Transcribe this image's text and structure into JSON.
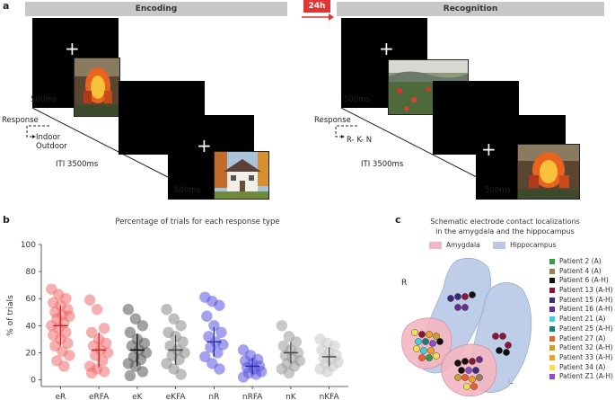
{
  "panel_a": {
    "letter": "a",
    "encoding_title": "Encoding",
    "recognition_title": "Recognition",
    "delay_badge": "24h",
    "encoding": {
      "t500_1": "500ms",
      "response": "Response",
      "choice1": "Indoor",
      "choice2": "Outdoor",
      "iti": "ITI 3500ms",
      "t500_2": "500ms"
    },
    "recognition": {
      "t500_1": "500ms",
      "response": "Response",
      "choice": "R- K- N",
      "iti": "ITI 3500ms",
      "t500_2": "500ms"
    },
    "fixation": "+"
  },
  "panel_b": {
    "letter": "b",
    "title": "Percentage of trials for each response type",
    "ylabel": "% of trials"
  },
  "panel_c": {
    "letter": "c",
    "title_line1": "Schematic electrode contact localizations",
    "title_line2": "in the amygdala and the hippocampus",
    "legend_amygdala": "Amygdala",
    "legend_hippocampus": "Hippocampus",
    "side_right": "R",
    "side_left": "L",
    "amygdala_color": "#f4b6c2",
    "hippocampus_color": "#b9c9e6",
    "patients": [
      {
        "label": "Patient 2 (A)",
        "color": "#2e9d3e"
      },
      {
        "label": "Patient 4 (A)",
        "color": "#9c7a5a"
      },
      {
        "label": "Patient 6 (A-H)",
        "color": "#111111"
      },
      {
        "label": "Patient 13 (A-H)",
        "color": "#8b1538"
      },
      {
        "label": "Patient 15 (A-H)",
        "color": "#3b2a7a"
      },
      {
        "label": "Patient 16 (A-H)",
        "color": "#6a2c8f"
      },
      {
        "label": "Patient 21 (A)",
        "color": "#3fd0e0"
      },
      {
        "label": "Patient 25 (A-H)",
        "color": "#1a7d7a"
      },
      {
        "label": "Patient 27 (A)",
        "color": "#e8602c"
      },
      {
        "label": "Patient 32 (A-H)",
        "color": "#c9a227"
      },
      {
        "label": "Patient 33 (A-H)",
        "color": "#f0a020"
      },
      {
        "label": "Patient 34 (A)",
        "color": "#f5e04a"
      },
      {
        "label": "Patient Z1 (A-H)",
        "color": "#8a4fd0"
      }
    ]
  },
  "chart_data": {
    "type": "scatter",
    "title": "Percentage of trials for each response type",
    "xlabel": "",
    "ylabel": "% of trials",
    "ylim": [
      -5,
      100
    ],
    "yticks": [
      0,
      20,
      40,
      60,
      80,
      100
    ],
    "grid": false,
    "categories": [
      "eR",
      "eRFA",
      "eK",
      "eKFA",
      "nR",
      "nRFA",
      "nK",
      "nKFA"
    ],
    "colors": [
      "#f06b6b",
      "#f06b6b",
      "#555555",
      "#888888",
      "#5a55e0",
      "#5a55e0",
      "#9a9a9a",
      "#c8c8c8"
    ],
    "means": [
      40,
      22,
      22,
      22,
      28,
      10,
      20,
      17
    ],
    "sds": [
      15,
      13,
      12,
      11,
      11,
      6,
      8,
      7
    ],
    "values": [
      [
        67,
        63,
        60,
        57,
        55,
        52,
        50,
        48,
        47,
        45,
        42,
        40,
        38,
        35,
        33,
        30,
        27,
        25,
        21,
        18,
        14,
        10
      ],
      [
        59,
        52,
        38,
        35,
        30,
        27,
        25,
        22,
        20,
        18,
        14,
        10,
        8,
        6,
        5
      ],
      [
        52,
        45,
        40,
        35,
        30,
        27,
        25,
        22,
        20,
        17,
        15,
        12,
        10,
        6,
        3
      ],
      [
        52,
        45,
        40,
        35,
        32,
        28,
        25,
        22,
        20,
        18,
        15,
        12,
        8,
        4
      ],
      [
        61,
        58,
        55,
        47,
        40,
        35,
        32,
        28,
        26,
        24,
        20,
        17,
        12,
        8
      ],
      [
        22,
        18,
        15,
        14,
        12,
        10,
        9,
        8,
        6,
        5,
        4,
        2
      ],
      [
        40,
        32,
        28,
        25,
        22,
        20,
        18,
        16,
        14,
        12,
        10,
        8,
        5
      ],
      [
        30,
        27,
        25,
        22,
        20,
        18,
        16,
        15,
        13,
        12,
        10,
        8,
        6
      ]
    ]
  }
}
